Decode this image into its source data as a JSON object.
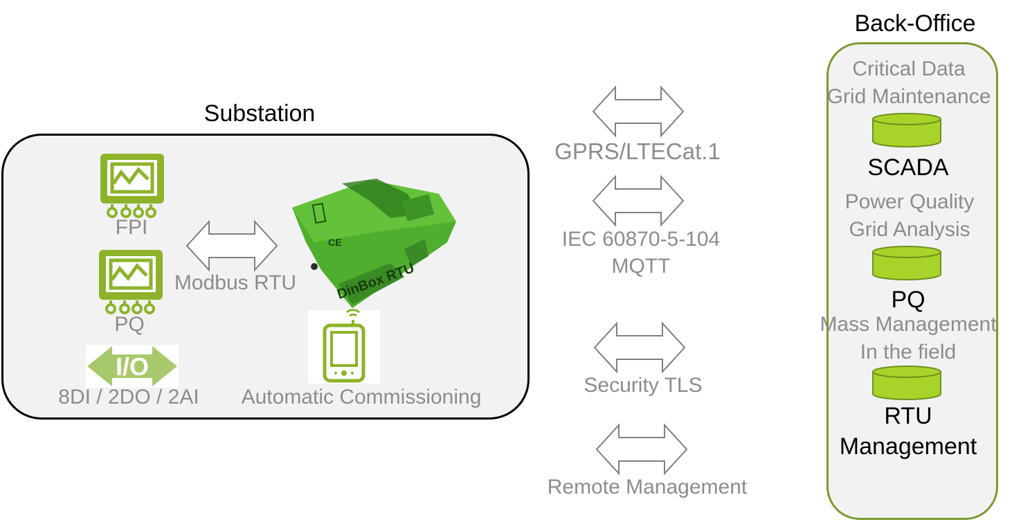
{
  "substation": {
    "title": "Substation",
    "devices": {
      "fpi_label": "FPI",
      "pq_label": "PQ",
      "io_icon_text": "I/O",
      "io_label": "8DI / 2DO / 2AI",
      "modbus_label": "Modbus RTU",
      "rtu_label_text": "DinBox RTU",
      "ce_mark": "CE",
      "commissioning_label": "Automatic Commissioning"
    }
  },
  "links": [
    {
      "label": "GPRS/LTECat.1"
    },
    {
      "label_line1": "IEC 60870-5-104",
      "label_line2": "MQTT"
    },
    {
      "label": "Security TLS"
    },
    {
      "label": "Remote Management"
    }
  ],
  "backoffice": {
    "title": "Back-Office",
    "systems": [
      {
        "desc_line1": "Critical Data",
        "desc_line2": "Grid Maintenance",
        "name": "SCADA"
      },
      {
        "desc_line1": "Power Quality",
        "desc_line2": "Grid Analysis",
        "name": "PQ"
      },
      {
        "desc_line1": "Mass Management",
        "desc_line2": "In the field",
        "name_line1": "RTU",
        "name_line2": "Management"
      }
    ]
  },
  "colors": {
    "accent_green": "#8db32a",
    "icon_green": "#8db32a",
    "device_green": "#4fae2d",
    "database_fill": "#a8d42a",
    "label_grey": "#8c8c8c",
    "backoffice_border": "#7a9a2e"
  },
  "icons": [
    "meter-icon",
    "io-arrow-icon",
    "double-arrow-icon",
    "smartphone-icon",
    "database-icon"
  ]
}
